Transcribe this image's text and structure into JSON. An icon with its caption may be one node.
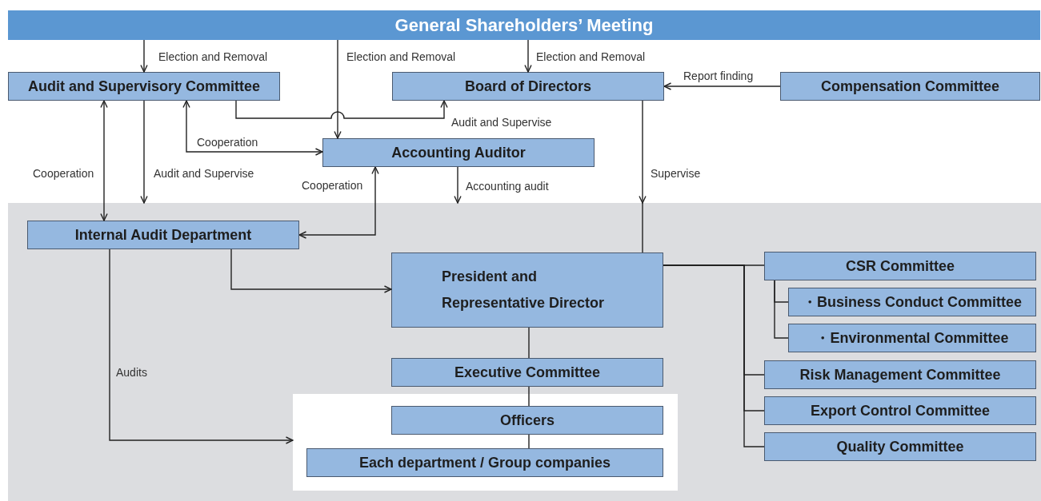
{
  "diagram": {
    "nodes": [
      {
        "text": [
          "General Shareholders’ Meeting"
        ]
      },
      {
        "text": [
          "Audit and Supervisory Committee"
        ]
      },
      {
        "text": [
          "Board of Directors"
        ]
      },
      {
        "text": [
          "Compensation Committee"
        ]
      },
      {
        "text": [
          "Accounting Auditor"
        ]
      },
      {
        "text": [],
        "shape": "box"
      },
      {
        "text": [
          "Internal Audit Department"
        ],
        "in": 5
      },
      {
        "text": [
          "President and Representative Director"
        ],
        "in": 5
      },
      {
        "text": [
          "CSR Committee"
        ],
        "in": 5
      },
      {
        "text": [
          "・Business Conduct Committee"
        ],
        "in": 5
      },
      {
        "text": [
          "・Environmental Committee"
        ],
        "in": 5
      },
      {
        "text": [
          "Risk Management Committee"
        ],
        "in": 5
      },
      {
        "text": [
          "Export Control Committee"
        ],
        "in": 5
      },
      {
        "text": [
          "Quality Committee"
        ],
        "in": 5
      },
      {
        "text": [
          "Executive Committee"
        ],
        "in": 5
      },
      {
        "text": [],
        "shape": "box",
        "in": 5
      },
      {
        "text": [
          "Officers"
        ],
        "in": 15
      },
      {
        "text": [
          "Each department / Group companies"
        ],
        "in": 15
      }
    ],
    "edges": [
      {
        "from": 0,
        "to": 1,
        "arrow": "to",
        "label": "Election and Removal"
      },
      {
        "from": 0,
        "to": 4,
        "arrow": "to",
        "label": "Election and Removal"
      },
      {
        "from": 0,
        "to": 2,
        "arrow": "to",
        "label": "Election and Removal"
      },
      {
        "from": 3,
        "to": 2,
        "arrow": "to",
        "label": "Report finding"
      },
      {
        "from": 1,
        "to": 2,
        "arrow": "to",
        "label": "Audit and Supervise"
      },
      {
        "from": 1,
        "to": 4,
        "arrow": "both",
        "label": "Cooperation"
      },
      {
        "from": 1,
        "to": 6,
        "arrow": "both",
        "label": "Cooperation"
      },
      {
        "from": 1,
        "to": 5,
        "arrow": "to",
        "label": "Audit and Supervise"
      },
      {
        "from": 4,
        "to": 6,
        "arrow": "both",
        "label": "Cooperation"
      },
      {
        "from": 4,
        "to": 5,
        "arrow": "to",
        "label": "Accounting audit"
      },
      {
        "from": 2,
        "to": 5,
        "arrow": "to",
        "label": "Supervise"
      },
      {
        "from": 6,
        "to": 7,
        "arrow": "to"
      },
      {
        "from": 6,
        "to": 15,
        "arrow": "to",
        "label": "Audits"
      },
      {
        "from": 7,
        "to": 14,
        "arrow": "none"
      },
      {
        "from": 14,
        "to": 16,
        "arrow": "none"
      },
      {
        "from": 16,
        "to": 17,
        "arrow": "none"
      },
      {
        "from": 7,
        "to": 8,
        "arrow": "none"
      },
      {
        "from": 7,
        "to": 11,
        "arrow": "none"
      },
      {
        "from": 7,
        "to": 12,
        "arrow": "none"
      },
      {
        "from": 7,
        "to": 13,
        "arrow": "none"
      },
      {
        "from": 8,
        "to": 9,
        "arrow": "none"
      },
      {
        "from": 8,
        "to": 10,
        "arrow": "none"
      },
      {
        "from": 5,
        "to": 7,
        "arrow": "none"
      }
    ]
  }
}
